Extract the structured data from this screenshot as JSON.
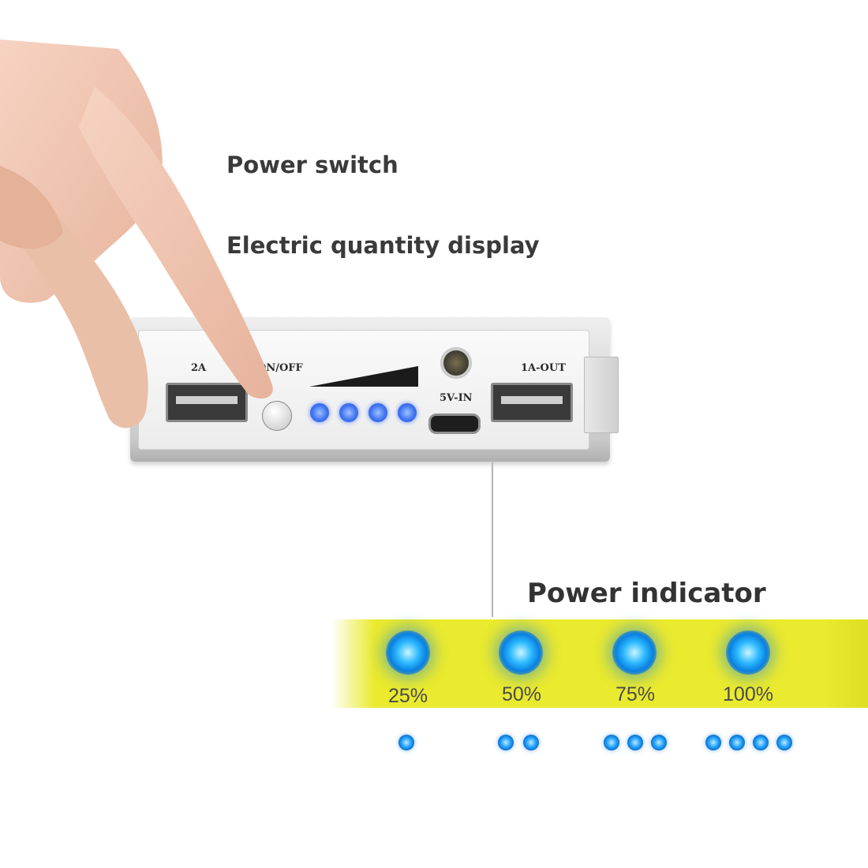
{
  "labels": {
    "power_switch": "Power switch",
    "electric_quantity_display": "Electric quantity display",
    "power_indicator": "Power indicator"
  },
  "device": {
    "port_left_label": "2A",
    "switch_label": "ON/OFF",
    "input_label": "5V-IN",
    "port_right_label": "1A-OUT",
    "led_count": 4
  },
  "indicator_levels": [
    {
      "percent": "25%",
      "dots": 1
    },
    {
      "percent": "50%",
      "dots": 2
    },
    {
      "percent": "75%",
      "dots": 3
    },
    {
      "percent": "100%",
      "dots": 4
    }
  ],
  "colors": {
    "band": "#eaea2e",
    "led_blue": "#2aa8ff",
    "label_text": "#3a3a3a"
  }
}
